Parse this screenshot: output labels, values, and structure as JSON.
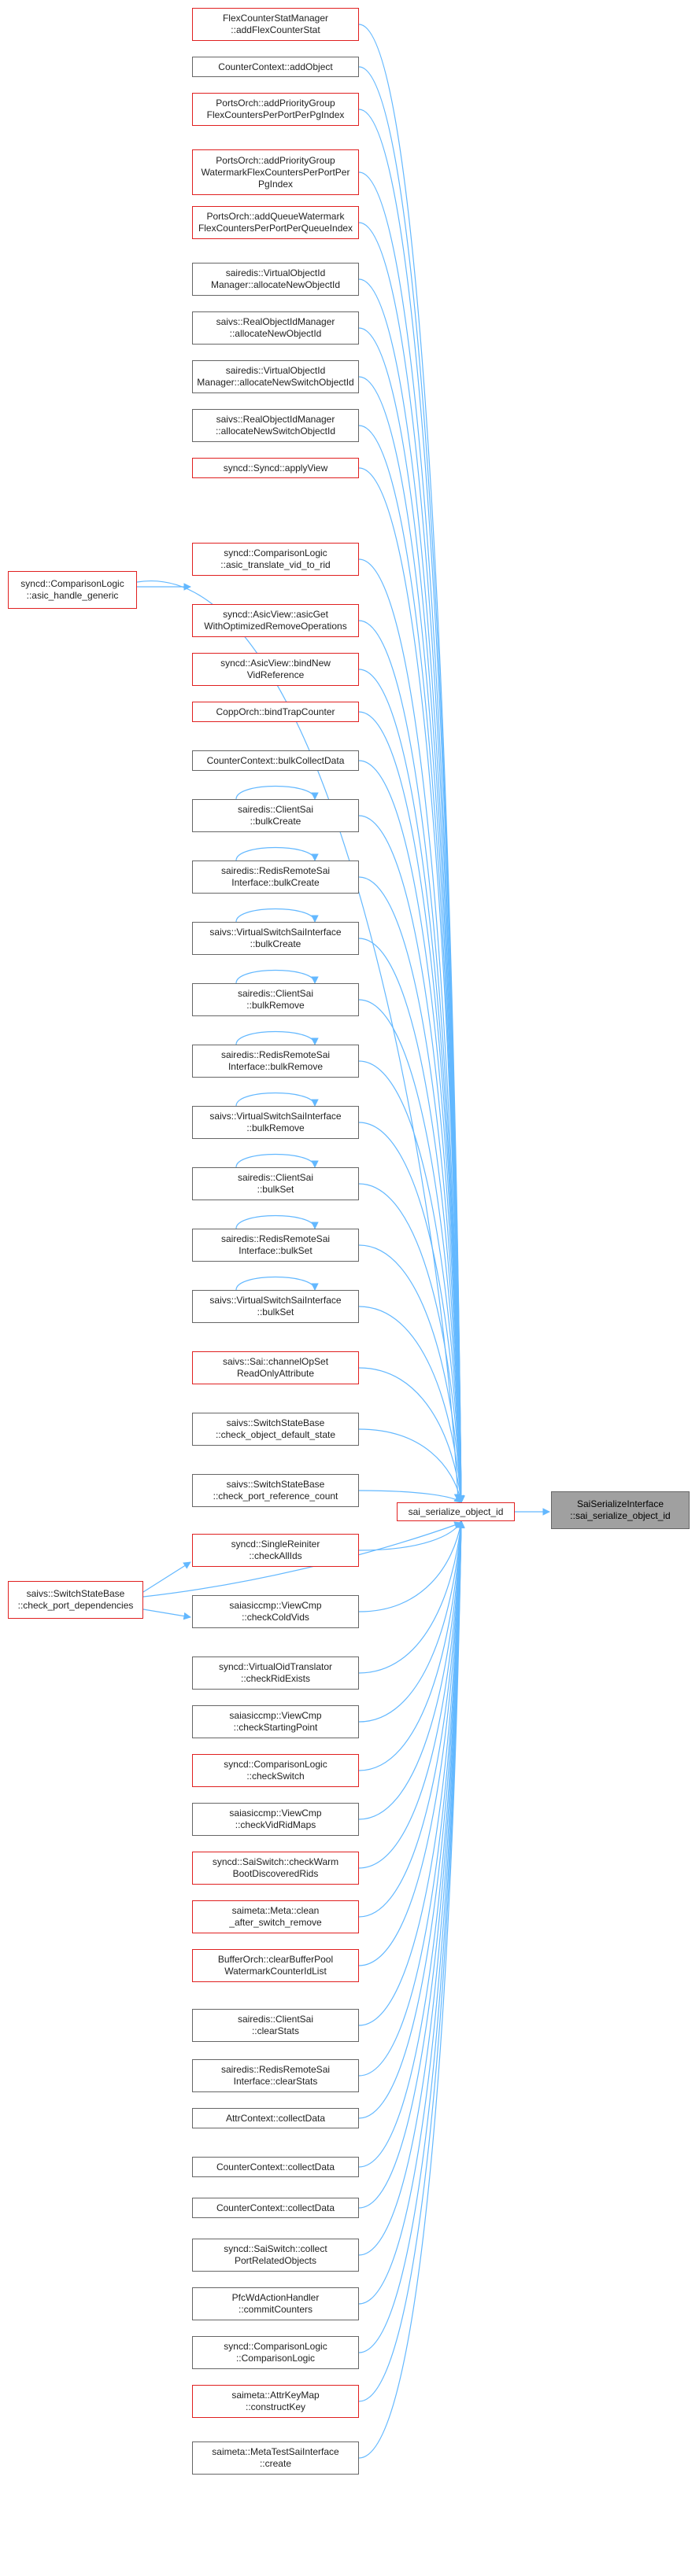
{
  "colors": {
    "edge": "#63b8ff",
    "border_default": "#666666",
    "border_truncated": "#e02020",
    "focus_fill": "#a0a0a0"
  },
  "target": "SaiSerializeInterface\n::sai_serialize_object_id",
  "hub": "sai_serialize_object_id",
  "callers": [
    {
      "id": "n1",
      "label": "FlexCounterStatManager\n::addFlexCounterStat",
      "red": true
    },
    {
      "id": "n2",
      "label": "CounterContext::addObject",
      "red": false
    },
    {
      "id": "n3",
      "label": "PortsOrch::addPriorityGroup\nFlexCountersPerPortPerPgIndex",
      "red": true
    },
    {
      "id": "n4",
      "label": "PortsOrch::addPriorityGroup\nWatermarkFlexCountersPerPortPer\nPgIndex",
      "red": true
    },
    {
      "id": "n5",
      "label": "PortsOrch::addQueueWatermark\nFlexCountersPerPortPerQueueIndex",
      "red": true
    },
    {
      "id": "n6",
      "label": "sairedis::VirtualObjectId\nManager::allocateNewObjectId",
      "red": false
    },
    {
      "id": "n7",
      "label": "saivs::RealObjectIdManager\n::allocateNewObjectId",
      "red": false
    },
    {
      "id": "n8",
      "label": "sairedis::VirtualObjectId\nManager::allocateNewSwitchObjectId",
      "red": false
    },
    {
      "id": "n9",
      "label": "saivs::RealObjectIdManager\n::allocateNewSwitchObjectId",
      "red": false
    },
    {
      "id": "n10",
      "label": "syncd::Syncd::applyView",
      "red": true
    },
    {
      "id": "n11",
      "label": "syncd::ComparisonLogic\n::asic_translate_vid_to_rid",
      "red": true
    },
    {
      "id": "n12",
      "label": "syncd::AsicView::asicGet\nWithOptimizedRemoveOperations",
      "red": true
    },
    {
      "id": "n13",
      "label": "syncd::AsicView::bindNew\nVidReference",
      "red": true
    },
    {
      "id": "n14",
      "label": "CoppOrch::bindTrapCounter",
      "red": true
    },
    {
      "id": "n15",
      "label": "CounterContext::bulkCollectData",
      "red": false
    },
    {
      "id": "n16",
      "label": "sairedis::ClientSai\n::bulkCreate",
      "red": false
    },
    {
      "id": "n17",
      "label": "sairedis::RedisRemoteSai\nInterface::bulkCreate",
      "red": false
    },
    {
      "id": "n18",
      "label": "saivs::VirtualSwitchSaiInterface\n::bulkCreate",
      "red": false
    },
    {
      "id": "n19",
      "label": "sairedis::ClientSai\n::bulkRemove",
      "red": false
    },
    {
      "id": "n20",
      "label": "sairedis::RedisRemoteSai\nInterface::bulkRemove",
      "red": false
    },
    {
      "id": "n21",
      "label": "saivs::VirtualSwitchSaiInterface\n::bulkRemove",
      "red": false
    },
    {
      "id": "n22",
      "label": "sairedis::ClientSai\n::bulkSet",
      "red": false
    },
    {
      "id": "n23",
      "label": "sairedis::RedisRemoteSai\nInterface::bulkSet",
      "red": false
    },
    {
      "id": "n24",
      "label": "saivs::VirtualSwitchSaiInterface\n::bulkSet",
      "red": false
    },
    {
      "id": "n25",
      "label": "saivs::Sai::channelOpSet\nReadOnlyAttribute",
      "red": true
    },
    {
      "id": "n26",
      "label": "saivs::SwitchStateBase\n::check_object_default_state",
      "red": false
    },
    {
      "id": "n27",
      "label": "saivs::SwitchStateBase\n::check_port_reference_count",
      "red": false
    },
    {
      "id": "n28",
      "label": "syncd::SingleReiniter\n::checkAllIds",
      "red": true
    },
    {
      "id": "n29",
      "label": "saiasiccmp::ViewCmp\n::checkColdVids",
      "red": false
    },
    {
      "id": "n30",
      "label": "syncd::VirtualOidTranslator\n::checkRidExists",
      "red": false
    },
    {
      "id": "n31",
      "label": "saiasiccmp::ViewCmp\n::checkStartingPoint",
      "red": false
    },
    {
      "id": "n32",
      "label": "syncd::ComparisonLogic\n::checkSwitch",
      "red": true
    },
    {
      "id": "n33",
      "label": "saiasiccmp::ViewCmp\n::checkVidRidMaps",
      "red": false
    },
    {
      "id": "n34",
      "label": "syncd::SaiSwitch::checkWarm\nBootDiscoveredRids",
      "red": true
    },
    {
      "id": "n35",
      "label": "saimeta::Meta::clean\n_after_switch_remove",
      "red": true
    },
    {
      "id": "n36",
      "label": "BufferOrch::clearBufferPool\nWatermarkCounterIdList",
      "red": true
    },
    {
      "id": "n37",
      "label": "sairedis::ClientSai\n::clearStats",
      "red": false
    },
    {
      "id": "n38",
      "label": "sairedis::RedisRemoteSai\nInterface::clearStats",
      "red": false
    },
    {
      "id": "n39",
      "label": "AttrContext::collectData",
      "red": false
    },
    {
      "id": "n40",
      "label": "CounterContext::collectData",
      "red": false
    },
    {
      "id": "n41",
      "label": "CounterContext::collectData",
      "red": false
    },
    {
      "id": "n42",
      "label": "syncd::SaiSwitch::collect\nPortRelatedObjects",
      "red": false
    },
    {
      "id": "n43",
      "label": "PfcWdActionHandler\n::commitCounters",
      "red": false
    },
    {
      "id": "n44",
      "label": "syncd::ComparisonLogic\n::ComparisonLogic",
      "red": false
    },
    {
      "id": "n45",
      "label": "saimeta::AttrKeyMap\n::constructKey",
      "red": true
    },
    {
      "id": "n46",
      "label": "saimeta::MetaTestSaiInterface\n::create",
      "red": false
    }
  ],
  "left_callers": [
    {
      "id": "l1",
      "label": "syncd::ComparisonLogic\n::asic_handle_generic",
      "red": true
    },
    {
      "id": "l2",
      "label": "saivs::SwitchStateBase\n::check_port_dependencies",
      "red": true
    }
  ]
}
